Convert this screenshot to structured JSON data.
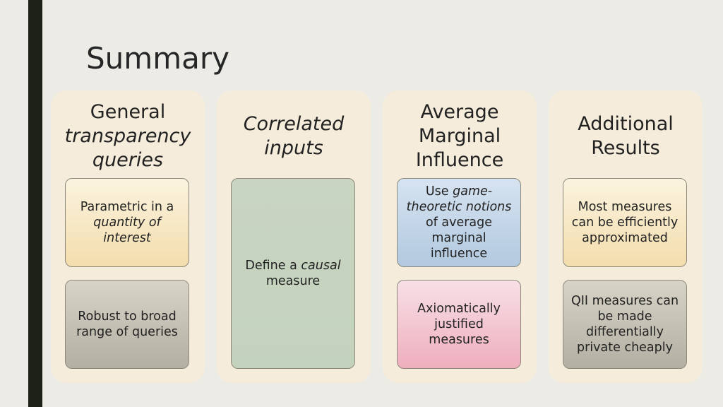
{
  "title": "Summary",
  "columns": [
    {
      "header": {
        "line1": "General",
        "line2": "transparency",
        "line3": "queries"
      },
      "boxes": [
        {
          "pre": "Parametric in a",
          "em": "quantity of interest",
          "post": ""
        },
        {
          "text": "Robust to broad range of queries"
        }
      ]
    },
    {
      "header": {
        "line1": "Correlated",
        "line2": "inputs"
      },
      "boxes": [
        {
          "pre": "Define a",
          "em": "causal",
          "post": "measure"
        }
      ]
    },
    {
      "header": {
        "line1": "Average",
        "line2": "Marginal",
        "line3": "Influence"
      },
      "boxes": [
        {
          "pre": "Use",
          "em": "game-theoretic notions",
          "post": "of average marginal influence"
        },
        {
          "text": "Axiomatically justified measures"
        }
      ]
    },
    {
      "header": {
        "line1": "Additional",
        "line2": "Results"
      },
      "boxes": [
        {
          "text": "Most measures can be efficiently approximated"
        },
        {
          "text": "QII measures can be made differentially private cheaply"
        }
      ]
    }
  ]
}
